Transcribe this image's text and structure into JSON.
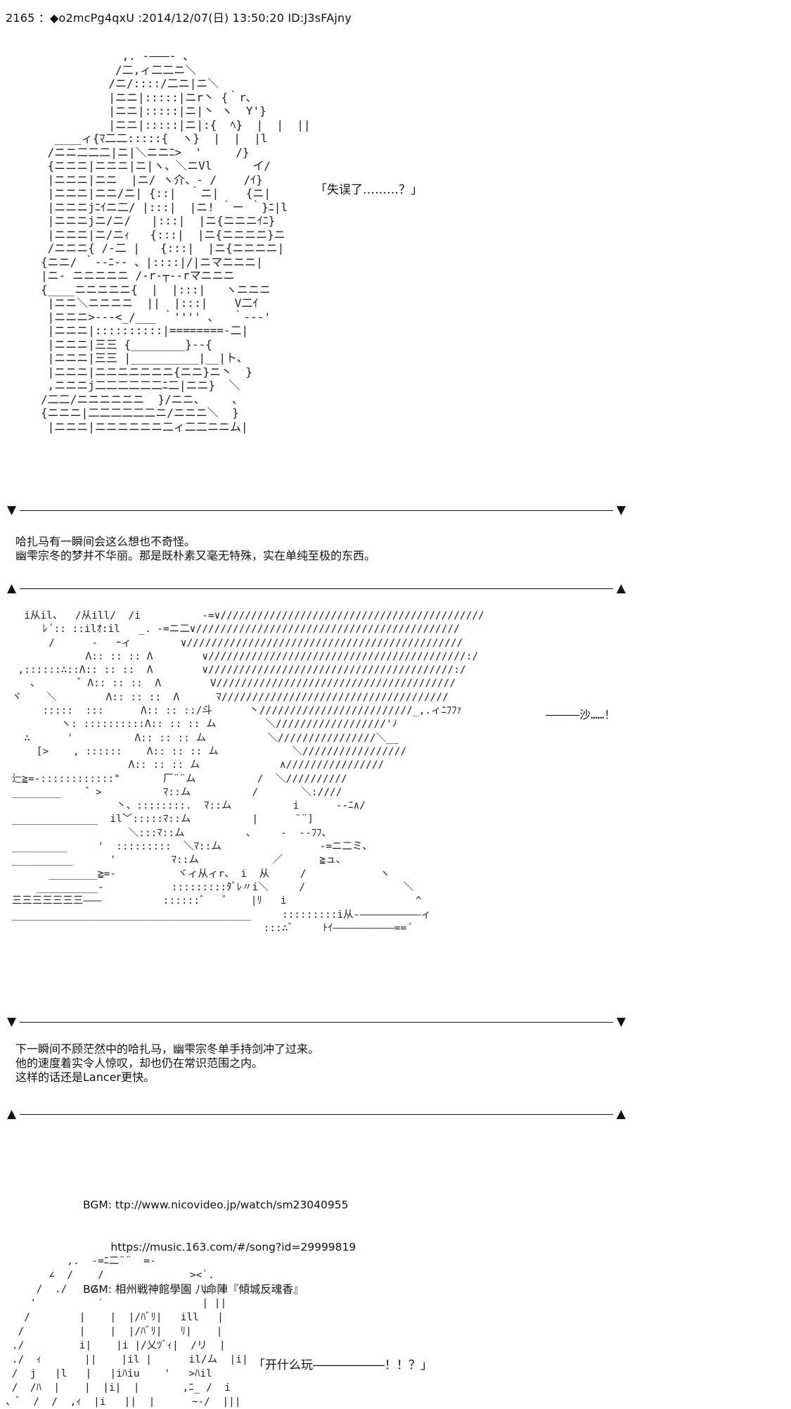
{
  "header": {
    "text": "2165 ：◆o2mcPg4qxU :2014/12/07(日) 13:50:20 ID:J3sFAjny"
  },
  "ascii_art": {
    "art1": "            ,. -―――- 、\n           /二,ィ二二ニ＼\n          /ニ/::::/二ニ|ニ＼\n          |ニニ|:::::|ニr丶 {｀r､\n          |ニニ|:::::|ニ|丶 ヽ  Y'}\n          |ニニ|:::::|ニ|:{  ﾍ}  |  |  ||\n  ____ィ{ﾏ二二:::::{  ヽ}  |  |  |l\n /ニニ二二二|ニ|＼ニニﾆ>  '     /}\n {ニニニ|ニニニ|ニ|ヽ、＼ニVl      イ/\n |ニニニ|ニニ  |ニ/ ヽ介、- /    /ｲ}\n |ニニニ|ニニ/ニ| {::|  ｀ニ|    {ニ|\n |ニニニjﾆｲニ二/ |:::|  |ニ! ｀ー ｀}ﾆ|l\n |ニニニjニ/ニ/   |:::|  |ニ{ニニニｲﾆ}\n |ニニニ|ニ/ニｨ   {:::|  |ニ{ニニニニ}ニ\n /ニニニ{ /-二 |   {:::|  |ニ{ニニニニ|\n{ニニ/ ｀--ﾆ-- 、|::::|/|ニマニニニ|\n|ニ- ニニニニニ /-r-┬--rマニニニ\n{____ニニニニニ{  |  |:::|   ヽニニニ\n |ニニ＼ニニニニ  ||  |:::|    V二ｲ\n |ニニニ>---<_/___ ｀'''' 、  ｀---'\n |ニニニ|::::::::::|========-二|\n |ニニニ|三三 {________}--{\n |ニニニ|三三 |__________|__|ト、\n |ニニニ|ニニニニニニニ{ニニ}ニ丶  }\n ,ニニニj二二二二二二ﾆ二|ニニ}  ＼\n/二二/ニニニニニニ  }/ニニ、    ､\n{ニニニ|二二二二二二ニ/ニニニ＼  }\n |ニニニ|ニニニニニニ二ィ二二ニニム|",
    "art2": "   i从il、  /从ill/  /i          -=∨///////////////////////////////////////////\n      ﾚ´:: ::ilｵ:il   _. -=ニ二∨///////////////////////////////////////////\n       /      -   ｰィ        ∨/////////////////////////////////////////////\n             Λ:: :: :: Λ        ∨//////////////////////////////////////////:/\n  ,::::::∴::Λ:: :: ::  Λ        ∨////////////////////////////////////////:/\n    、      ゛Λ:: :: ::  Λ        V///////////////////////////////////////\n ヾ    ＼        Λ:: :: ::  Λ      ﾏ/////////////////////////////////////\n      :::::  :::      Λ:: :: ::/斗      丶/////////////////////////_,.ィﾆﾌﾌｧ\n         ヽ: ::::::::::Λ:: :: :: ム        ＼//////////////////'ﾉ\n   ∴      '          Λ:: :: :: ム          ＼////////////////＼__\n     [>    , ::::::    Λ:: :: :: ム            ＼/////////////////\n                    Λ:: :: :: ム             ∧////////////////\n 辷≧=-::::::::::::\"       厂¨¨ム          /  ＼//////////\n ________    ゛>          ﾏ::ム          /       ＼:////\n                  丶、::::::::.  ﾏ::ム          i      --ﾆ∧/\n ______________  il﹀:::::ﾏ::ム          |      ¨¨]\n                    ＼:::ﾏ::ム          、    -  --ﾌﾌ、\n _________     '  :::::::::  ＼ﾏ::ム                -=ニ二ミ、\n __________      '         ﾏ::ム            ／      ≧ュ、\n       ________≧=-          ヾィ从ィr、 i  从     /            ヽ\n     __________-           :::::::::ﾀﾞﾚ〃i＼     /                ＼\n 三三三三三三三―――          ::::::゛  ゛   |ﾘ   i                     ^\n _______________________________________     :::::::::i从-――――――――――ィ\n                                          :::∴゛    ﾄｲ――――――――――==´",
    "art4": "          ,.  -=ﾆ二¨¨  =-\n       ∠  /    /              ><`.\n     /  ./    /                 i  i\n    '          ′                | ||\n   /        |    |  |/ﾊﾞﾘ|   ill   |\n  /         |    |  |/ﾊﾞﾘ|   ﾘ|    |\n ./         i|    |i |/乂ﾂﾞｨ|  /リ  |\n ./  ｨ       ||    |il |      il/ム  |i|\n /  j   |l   |   |iﾊiu    '   >ﾊil\n /  /ﾊ  |    |  |i|  |       ,ﾆ_ /  i\n、ﾞ  /  /  ,ｨ  |i   ||  |      ~-/  |||"
  },
  "speech": {
    "s1": "「失误了………？」",
    "s2": "―――――沙……！",
    "s3": "「开什么玩――――――！！？」"
  },
  "dividers": {
    "down_arrow": "▼",
    "up_arrow": "▲"
  },
  "narration": {
    "block1": [
      "哈扎马有一瞬间会这么想也不奇怪。",
      "幽雫宗冬的梦并不华丽。那是既朴素又毫无特殊，实在单纯至极的东西。"
    ],
    "block2": [
      "下一瞬间不顾茫然中的哈扎马，幽雫宗冬单手持剑冲了过来。",
      "他的速度着实令人惊叹，却也仍在常识范围之内。",
      "这样的话还是Lancer更快。"
    ]
  },
  "bgm": {
    "line1": "BGM: ttp://www.nicovideo.jp/watch/sm23040955",
    "line2": "        https://music.163.com/#/song?id=29999819",
    "line3": "BGM: 相州戦神館學園 八命陣『傾城反魂香』"
  }
}
